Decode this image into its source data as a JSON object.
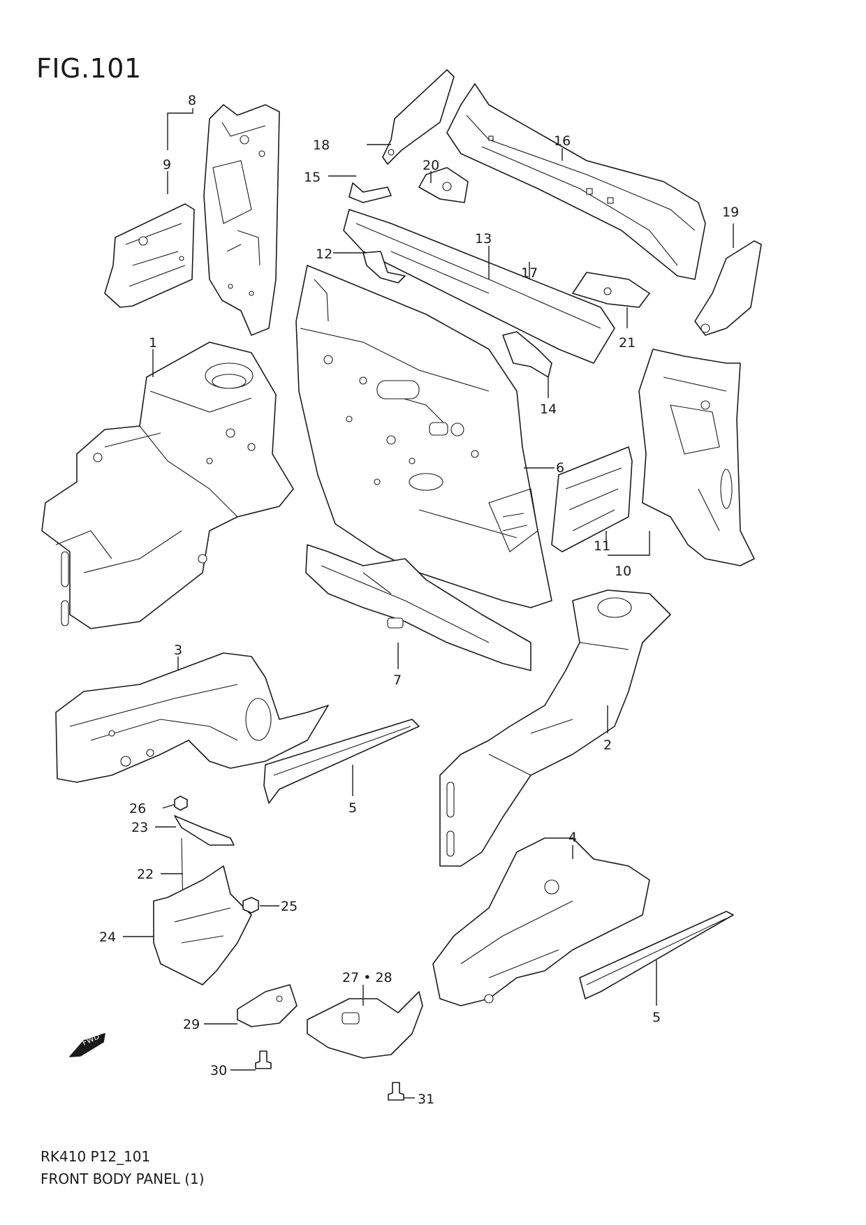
{
  "figure": {
    "title": "FIG.101"
  },
  "footer": {
    "code": "RK410 P12_101",
    "name": "FRONT BODY PANEL (1)"
  },
  "fwd_arrow": {
    "label": "FWD",
    "icon": "fwd-arrow-icon"
  },
  "callouts": {
    "c1": "1",
    "c2": "2",
    "c3": "3",
    "c4": "4",
    "c5a": "5",
    "c5b": "5",
    "c6": "6",
    "c7": "7",
    "c8": "8",
    "c9": "9",
    "c10": "10",
    "c11": "11",
    "c12": "12",
    "c13": "13",
    "c14": "14",
    "c15": "15",
    "c16": "16",
    "c17": "17",
    "c18": "18",
    "c19": "19",
    "c20": "20",
    "c21": "21",
    "c22": "22",
    "c23": "23",
    "c24": "24",
    "c25": "25",
    "c26": "26",
    "c27_28": "27 • 28",
    "c29": "29",
    "c30": "30",
    "c31": "31"
  }
}
